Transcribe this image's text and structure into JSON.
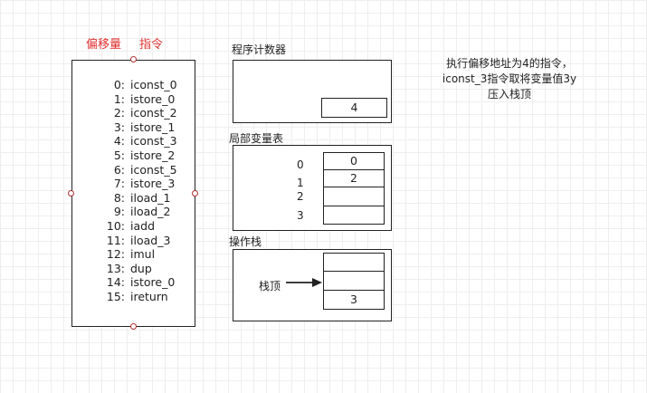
{
  "headers": {
    "offset": "偏移量",
    "instruction": "指令"
  },
  "instructions": [
    {
      "offset": "0:",
      "op": "iconst_0"
    },
    {
      "offset": "1:",
      "op": "istore_0"
    },
    {
      "offset": "2:",
      "op": "iconst_2"
    },
    {
      "offset": "3:",
      "op": "istore_1"
    },
    {
      "offset": "4:",
      "op": "iconst_3"
    },
    {
      "offset": "5:",
      "op": "istore_2"
    },
    {
      "offset": "6:",
      "op": "iconst_5"
    },
    {
      "offset": "7:",
      "op": "istore_3"
    },
    {
      "offset": "8:",
      "op": "iload_1"
    },
    {
      "offset": "9:",
      "op": "iload_2"
    },
    {
      "offset": "10:",
      "op": "iadd"
    },
    {
      "offset": "11:",
      "op": "iload_3"
    },
    {
      "offset": "12:",
      "op": "imul"
    },
    {
      "offset": "13:",
      "op": "dup"
    },
    {
      "offset": "14:",
      "op": "istore_0"
    },
    {
      "offset": "15:",
      "op": "ireturn"
    }
  ],
  "pc": {
    "title": "程序计数器",
    "value": "4"
  },
  "locals": {
    "title": "局部变量表",
    "indices": [
      "0",
      "1",
      "2",
      "3"
    ],
    "values": [
      "0",
      "2",
      "",
      ""
    ]
  },
  "stack": {
    "title": "操作栈",
    "top_label": "栈顶",
    "values": [
      "",
      "",
      "3"
    ]
  },
  "note": {
    "line1": "执行偏移地址为4的指令，",
    "line2": "iconst_3指令取将变量值3y",
    "line3": "压入栈顶"
  },
  "colors": {
    "header": "#e03030",
    "border": "#222222",
    "grid": "#eeeeee"
  }
}
